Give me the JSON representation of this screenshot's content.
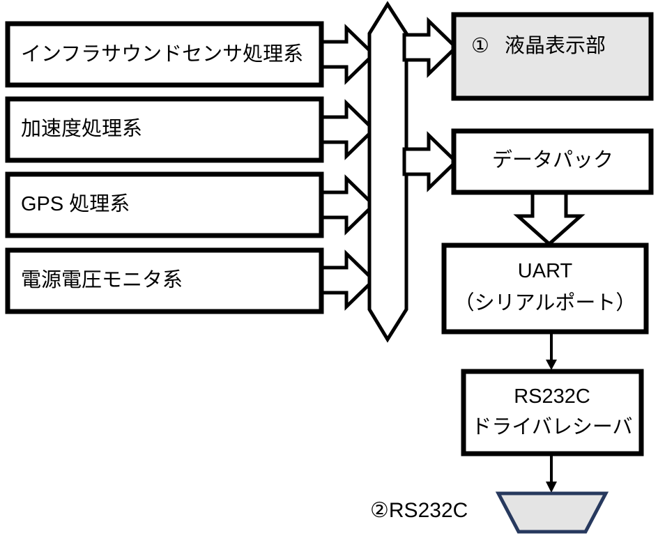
{
  "diagram": {
    "title": "system-block-diagram",
    "colors": {
      "stroke": "#000000",
      "box_fill": "#ffffff",
      "highlight_fill": "#e6e6e6",
      "connector_fill": "#e4e4e4",
      "connector_stroke": "#27395e"
    },
    "left_blocks": [
      {
        "id": "infrasound",
        "label": "インフラサウンドセンサ処理系"
      },
      {
        "id": "acceleration",
        "label": "加速度処理系"
      },
      {
        "id": "gps",
        "label": "GPS 処理系"
      },
      {
        "id": "power-voltage",
        "label": "電源電圧モニタ系"
      }
    ],
    "bus": {
      "id": "data-bus",
      "label": ""
    },
    "right_blocks": [
      {
        "id": "lcd",
        "marker": "①",
        "label": "液晶表示部",
        "filled": true
      },
      {
        "id": "datapack",
        "marker": "",
        "label": "データパック",
        "filled": false
      }
    ],
    "uart": {
      "line1": "UART",
      "line2": "（シリアルポート）"
    },
    "driver": {
      "line1": "RS232C",
      "line2": "ドライバレシーバ"
    },
    "connector": {
      "marker": "②",
      "label": "RS232C",
      "caption": "②RS232C"
    }
  }
}
